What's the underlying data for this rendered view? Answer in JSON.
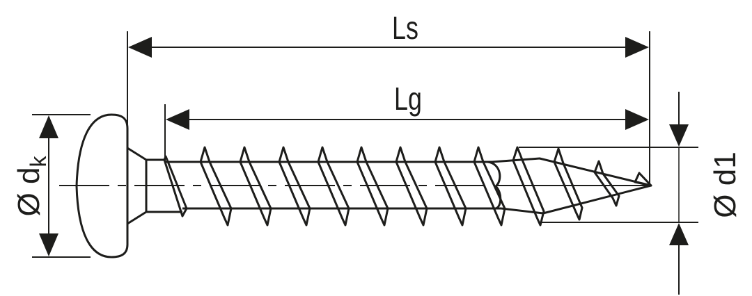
{
  "diagram": {
    "subject": "pan head wood screw technical drawing",
    "colors": {
      "ink": "#1d1d1b",
      "background": "#ffffff"
    },
    "dimensions": {
      "Ls": {
        "label": "Ls",
        "meaning": "screw length"
      },
      "Lg": {
        "label": "Lg",
        "meaning": "thread length"
      },
      "dk": {
        "label_prefix": "Ø d",
        "label_subscript": "k",
        "meaning": "head diameter"
      },
      "d1": {
        "label": "Ø d1",
        "meaning": "thread diameter"
      }
    }
  }
}
